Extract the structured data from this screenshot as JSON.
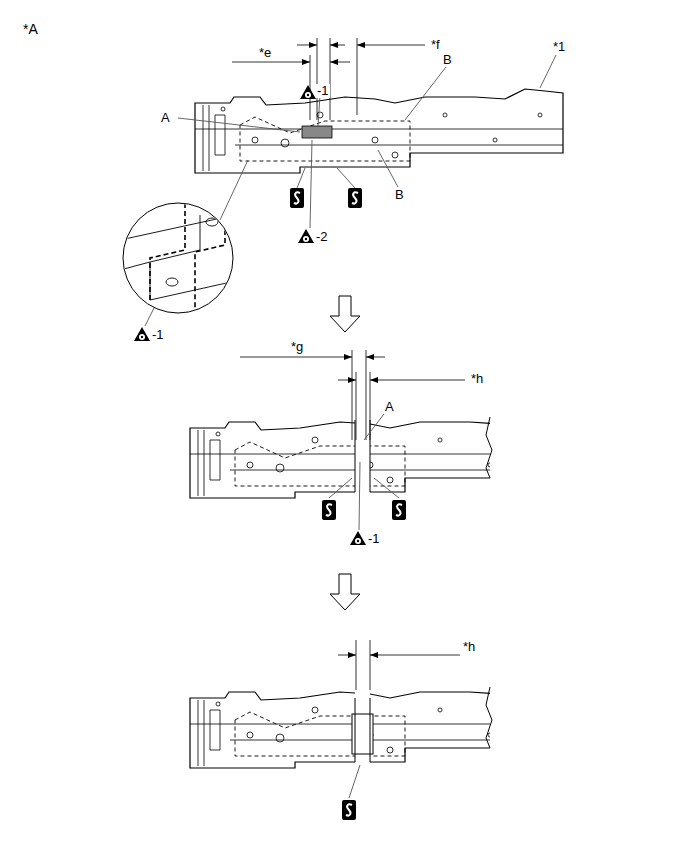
{
  "diagram": {
    "labels": [
      "*A",
      "*e",
      "*f",
      "-1",
      "B",
      "*1",
      "A",
      "B",
      "-2",
      "-1",
      "*g",
      "*h",
      "A",
      "-1",
      "*h"
    ]
  }
}
